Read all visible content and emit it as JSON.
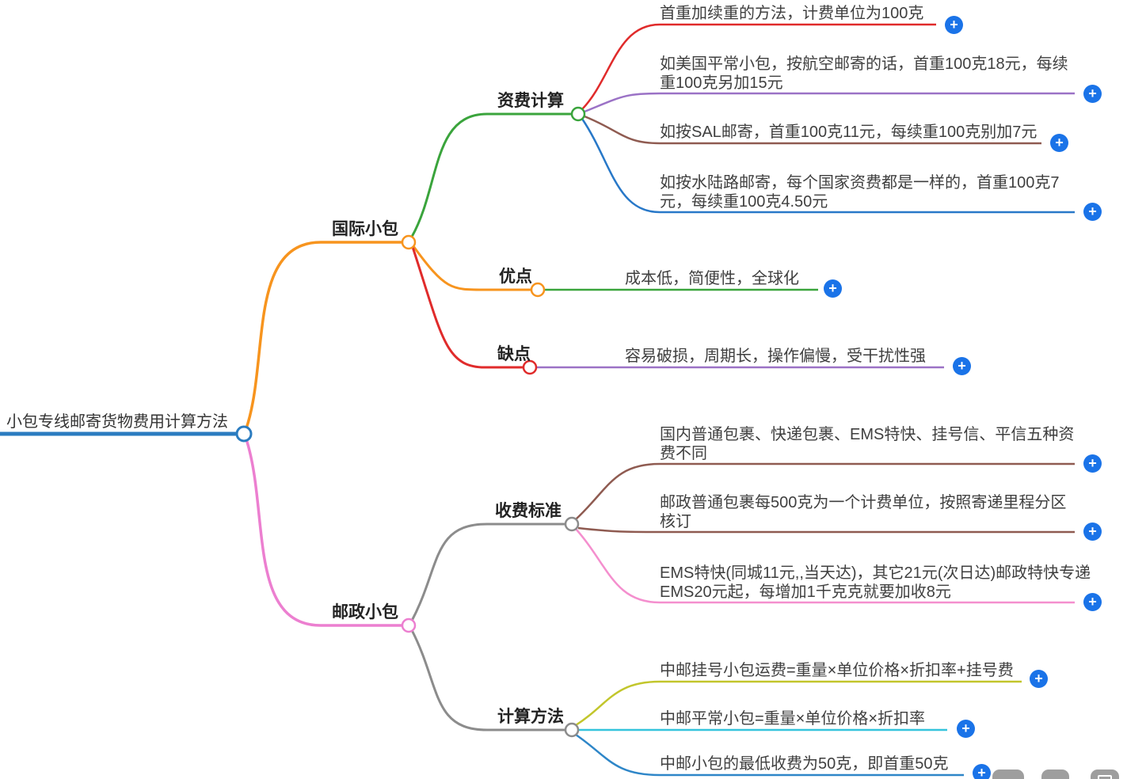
{
  "root": {
    "label": "小包专线邮寄货物费用计算方法"
  },
  "nodes": {
    "intl": "国际小包",
    "fee": "资费计算",
    "pros": "优点",
    "cons": "缺点",
    "postal": "邮政小包",
    "standard": "收费标准",
    "method": "计算方法"
  },
  "leaves": {
    "fee1": "首重加续重的方法，计费单位为100克",
    "fee2": "如美国平常小包，按航空邮寄的话，首重100克18元，每续重100克另加15元",
    "fee3": "如按SAL邮寄，首重100克11元，每续重100克别加7元",
    "fee4": "如按水陆路邮寄，每个国家资费都是一样的，首重100克7元，每续重100克4.50元",
    "pros1": "成本低，简便性，全球化",
    "cons1": "容易破损，周期长，操作偏慢，受干扰性强",
    "std1": "国内普通包裹、快递包裹、EMS特快、挂号信、平信五种资费不同",
    "std2": "邮政普通包裹每500克为一个计费单位，按照寄递里程分区核订",
    "std3": "EMS特快(同城11元,,当天达)，其它21元(次日达)邮政特快专递EMS20元起，每增加1千克克就要加收8元",
    "m1": "中邮挂号小包运费=重量×单位价格×折扣率+挂号费",
    "m2": "中邮平常小包=重量×单位价格×折扣率",
    "m3": "中邮小包的最低收费为50克，即首重50克"
  },
  "ui": {
    "add_label": "+"
  },
  "palette": {
    "root_blue": "#2b7cc0",
    "orange": "#f7941e",
    "pink": "#ec7fd0",
    "green": "#3aa43c",
    "red": "#e02b2b",
    "gray": "#8c8c8c",
    "purple": "#9b72c6",
    "brown": "#8f5b51",
    "leaf_blue": "#2878c8",
    "leaf_pink": "#f48fce",
    "olive": "#c2c62c",
    "cyan": "#35c4dc",
    "leaf_blue2": "#2e86c8",
    "add_button": "#1a73e8",
    "toolbar_gray": "#9e9e9e"
  }
}
